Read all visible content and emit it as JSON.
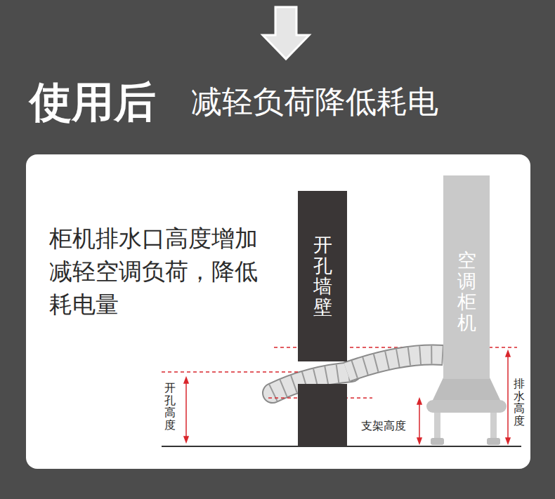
{
  "diagram": {
    "title": "使用后",
    "nodes": [
      {
        "text": [
          "开孔墙壁"
        ]
      },
      {
        "text": [
          "空调柜机"
        ]
      }
    ],
    "edges": [
      {
        "from": 1,
        "to": 0,
        "arrow": "none"
      }
    ],
    "labels": [
      "减轻负荷降低耗电",
      "柜机排水口高度增加减轻空调负荷，降低耗电量",
      "开孔高度",
      "支架高度",
      "排水高度"
    ]
  }
}
